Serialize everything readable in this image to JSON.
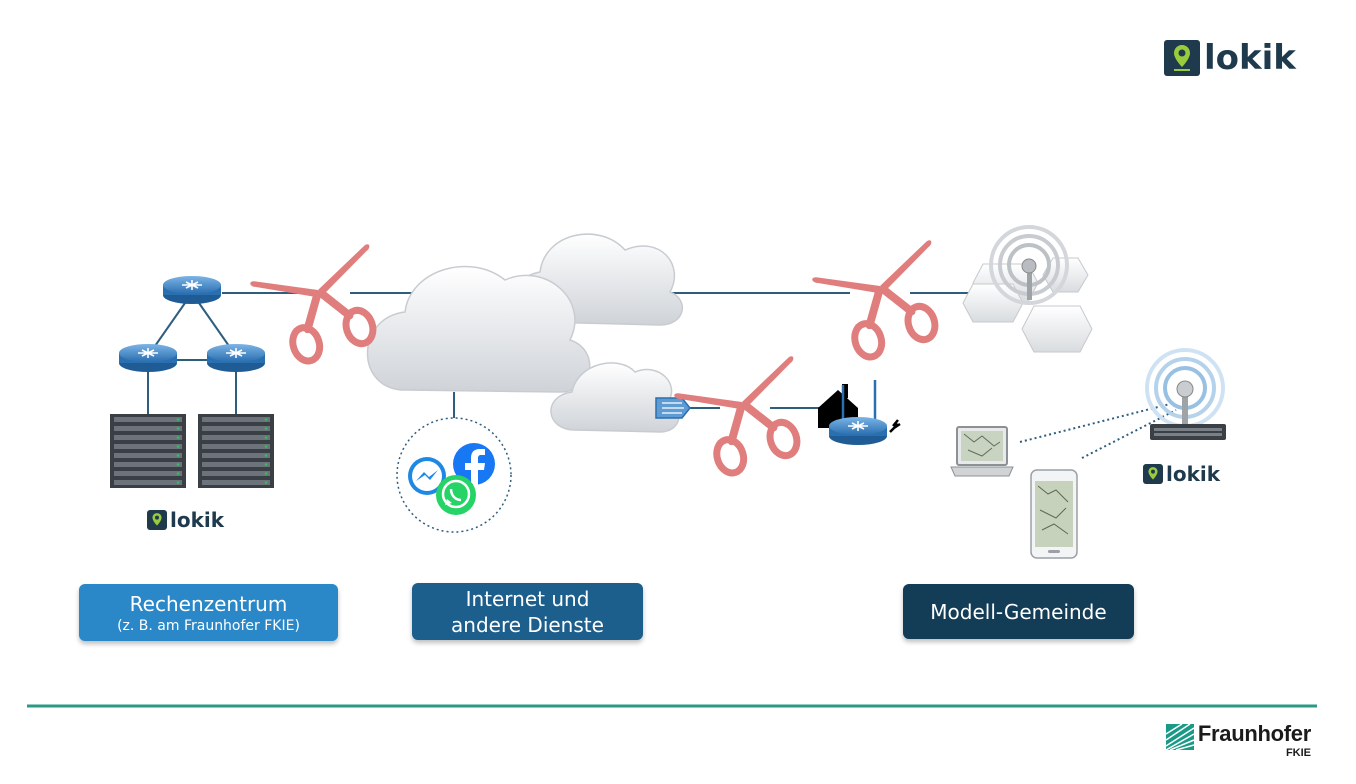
{
  "brand": {
    "logo_text": "lokik",
    "accent_green": "#9acb3c",
    "logo_navy": "#1e3a4c"
  },
  "labels": {
    "rechenzentrum": {
      "title": "Rechenzentrum",
      "subtitle": "(z. B. am Fraunhofer FKIE)",
      "color": "#2a87c8"
    },
    "internet": {
      "line1": "Internet und",
      "line2": "andere Dienste",
      "color": "#1d5f8c"
    },
    "gemeinde": {
      "title": "Modell-Gemeinde",
      "color": "#133c56"
    }
  },
  "footer": {
    "org": "Fraunhofer",
    "unit": "FKIE",
    "rule_color": "#2a9a86"
  },
  "icons": {
    "routers": "router-icon",
    "servers": "server-rack-icon",
    "clouds": "cloud-icon",
    "scissors": "scissors-icon",
    "messenger": "messenger-icon",
    "facebook": "facebook-icon",
    "whatsapp": "whatsapp-icon",
    "antenna": "antenna-icon",
    "laptop": "laptop-icon",
    "phone": "smartphone-icon",
    "house": "house-icon"
  }
}
